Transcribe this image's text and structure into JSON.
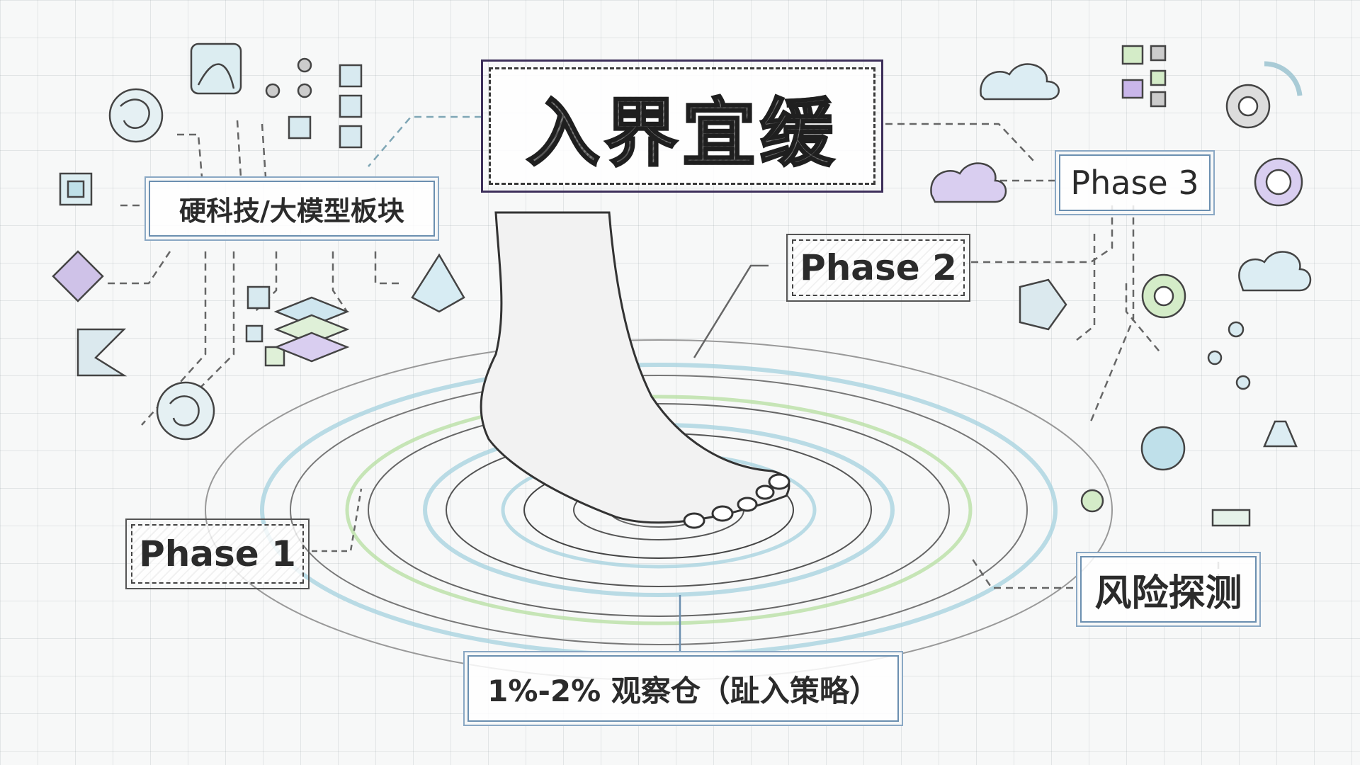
{
  "title": "入界宜缓",
  "nodes": {
    "sector": "硬科技/大模型板块",
    "phase1": "Phase 1",
    "phase2": "Phase 2",
    "phase3": "Phase 3",
    "risk": "风险探测",
    "position": "1%-2% 观察仓（趾入策略）"
  },
  "icons": {
    "left_cluster": [
      "spiral-icon",
      "mountain-tile-icon",
      "node-graph-cubes-icon",
      "chip-icon",
      "diamond-logo-icon",
      "k-logo-icon",
      "cube-network-layers-icon",
      "prism-icon",
      "spiral-icon"
    ],
    "right_cluster": [
      "cloud-download-icon",
      "tree-hierarchy-icon",
      "gear-wifi-icon",
      "cloud-upload-icon",
      "circle-pin-icon",
      "hexagon-knot-icon",
      "green-gear-network-icon",
      "cloud-wifi-upload-icon",
      "radio-tower-icon",
      "radar-icon",
      "drone-sensor-icon",
      "router-icon"
    ],
    "center": "foot-stepping-into-water-ripples"
  },
  "colors": {
    "ink": "#2b2b2b",
    "blue_frame": "#6b8fb0",
    "purple_accent": "#7b5fbf",
    "light_blue": "#a9d3e0",
    "light_green": "#b9e0a5",
    "grid": "#d6dadc"
  }
}
